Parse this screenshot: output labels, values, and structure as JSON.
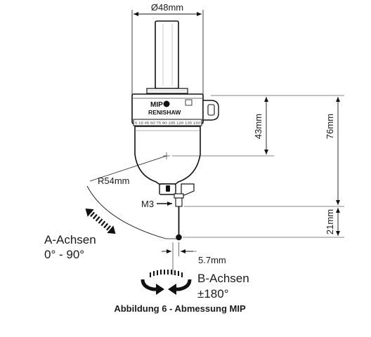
{
  "figure": {
    "dimensions": {
      "diameter": "Ø48mm",
      "height_43": "43mm",
      "height_76": "76mm",
      "radius": "R54mm",
      "thread": "M3",
      "height_21": "21mm",
      "offset": "5.7mm"
    },
    "body_labels": {
      "model": "MIP",
      "brand": "RENISHAW",
      "scale": "5  15  45  60  75  90  105 120 135 150"
    },
    "a_axis": {
      "title": "A-Achsen",
      "range": "0° - 90°"
    },
    "b_axis": {
      "title": "B-Achsen",
      "range": "±180°"
    },
    "caption": "Abbildung 6 - Abmessung MIP"
  }
}
